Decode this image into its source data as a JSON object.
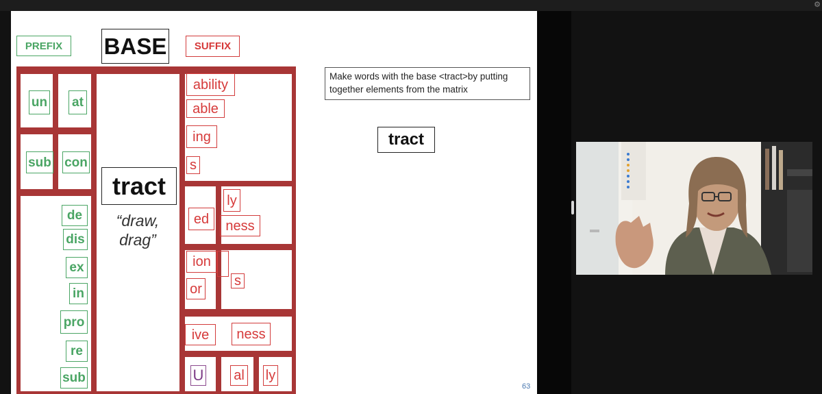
{
  "slide": {
    "prefix_header": "PREFIX",
    "base_header": "BASE",
    "suffix_header": "SUFFIX",
    "base": "tract",
    "meaning_line1": "“draw,",
    "meaning_line2": "drag”",
    "prefixes": [
      "un",
      "at",
      "sub",
      "con",
      "de",
      "dis",
      "ex",
      "in",
      "pro",
      "re",
      "sub"
    ],
    "suffixes": [
      "ability",
      "able",
      "ing",
      "s",
      "ly",
      "ed",
      "ness",
      "ion",
      "or",
      "s",
      "ive",
      "ness",
      "al",
      "ly"
    ],
    "vowel_suffix": "U",
    "instruction": "Make words with the base <tract>by putting together elements from the matrix",
    "answer_word": "tract",
    "page_number": "63",
    "colors": {
      "matrix_border": "#a83636",
      "prefix": "#4aa564",
      "suffix": "#d63a3a",
      "vowel": "#7d3b86",
      "page_number": "#4a78b0"
    }
  },
  "participant_video": {
    "description_icon": "person-video-icon"
  },
  "window": {
    "settings_icon": "gear-icon"
  }
}
